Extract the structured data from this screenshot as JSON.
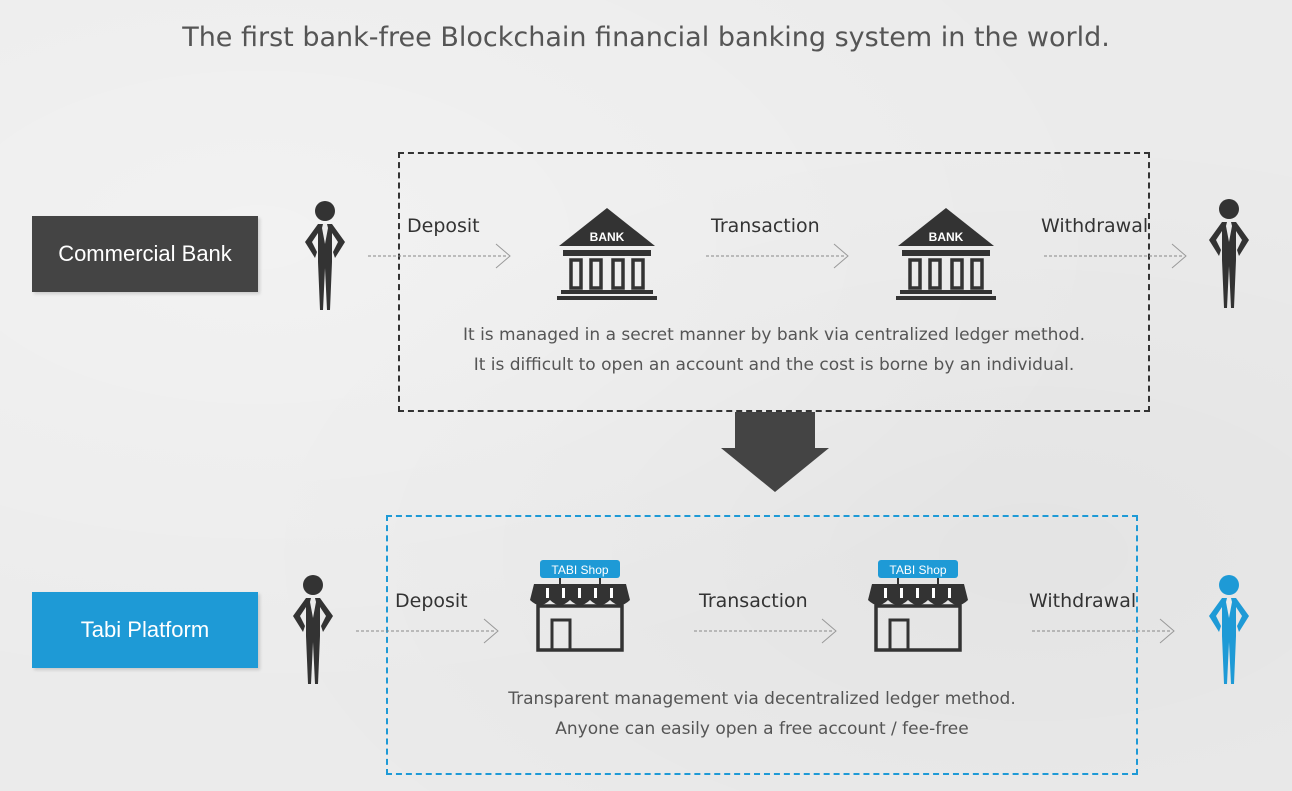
{
  "title": "The first bank-free Blockchain financial banking system in the world.",
  "rows": {
    "commercial": {
      "label": "Commercial Bank",
      "steps": {
        "deposit": "Deposit",
        "transaction": "Transaction",
        "withdrawal": "Withdrawal"
      },
      "institution_text": "BANK",
      "description_line1": "It is managed in a secret manner by bank via centralized ledger method.",
      "description_line2": "It is difficult to open an account and the cost is borne by an individual."
    },
    "tabi": {
      "label": "Tabi Platform",
      "steps": {
        "deposit": "Deposit",
        "transaction": "Transaction",
        "withdrawal": "Withdrawal"
      },
      "institution_text": "TABI Shop",
      "description_line1": "Transparent management via decentralized ledger method.",
      "description_line2": "Anyone can easily open a free account / fee-free"
    }
  },
  "colors": {
    "dark": "#444444",
    "accent": "#1e9ad6",
    "person_dark": "#333333",
    "person_blue": "#1e9ad6"
  },
  "icons": [
    "person-icon",
    "bank-icon",
    "shop-icon",
    "arrow-right-icon",
    "arrow-down-icon"
  ]
}
